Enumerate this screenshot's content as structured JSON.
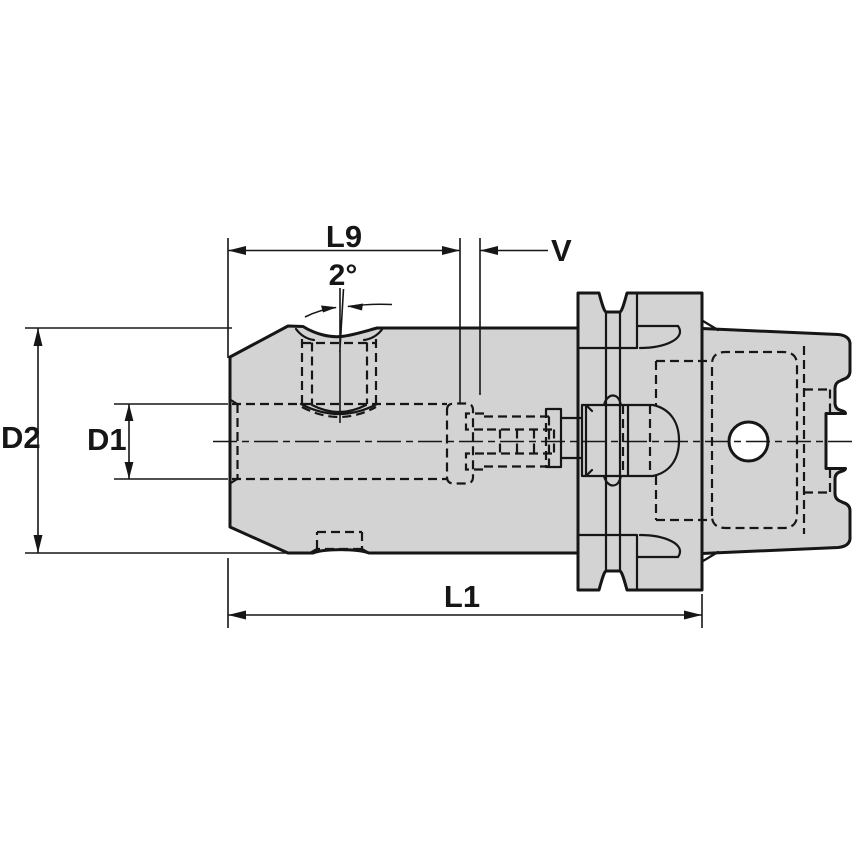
{
  "drawing": {
    "labels": {
      "length_l9": "L9",
      "screw_angle": "2°",
      "gap_v": "V",
      "outer_diameter_d2": "D2",
      "bore_diameter_d1": "D1",
      "overall_length_l1": "L1"
    },
    "colors": {
      "background": "#ffffff",
      "body_fill": "#d3d3d3",
      "line": "#161616"
    }
  }
}
